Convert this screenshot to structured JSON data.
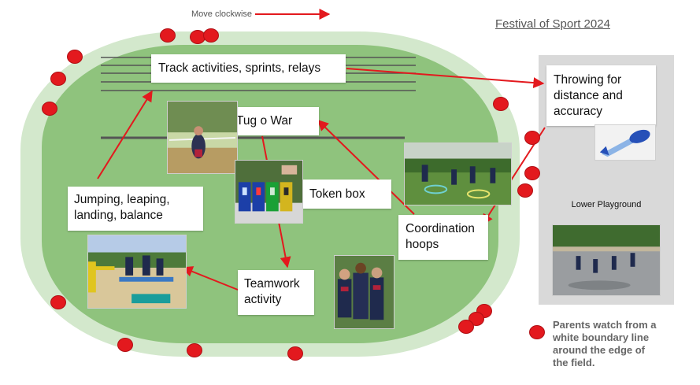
{
  "header": {
    "title": "Festival of Sport 2024",
    "direction_note": "Move clockwise"
  },
  "stations": {
    "track": "Track activities, sprints, relays",
    "tug": "Tug o War",
    "token": "Token box",
    "jumping": "Jumping, leaping,\nlanding, balance",
    "coordination": "Coordination\nhoops",
    "teamwork": "Teamwork\nactivity",
    "throwing": "Throwing for\ndistance and\naccuracy"
  },
  "playground": {
    "label": "Lower Playground"
  },
  "legend": {
    "text": "Parents watch from a\nwhite boundary line\naround the edge of\nthe field."
  },
  "colors": {
    "field": "#8fc37d",
    "boundary": "#d3e8cc",
    "playground_panel": "#d9d9d9",
    "arrow": "#e3191e",
    "marker": "#e3191e"
  },
  "icons": {
    "marker": "parent-marker-dot",
    "javelin": "foam-javelin-icon"
  }
}
